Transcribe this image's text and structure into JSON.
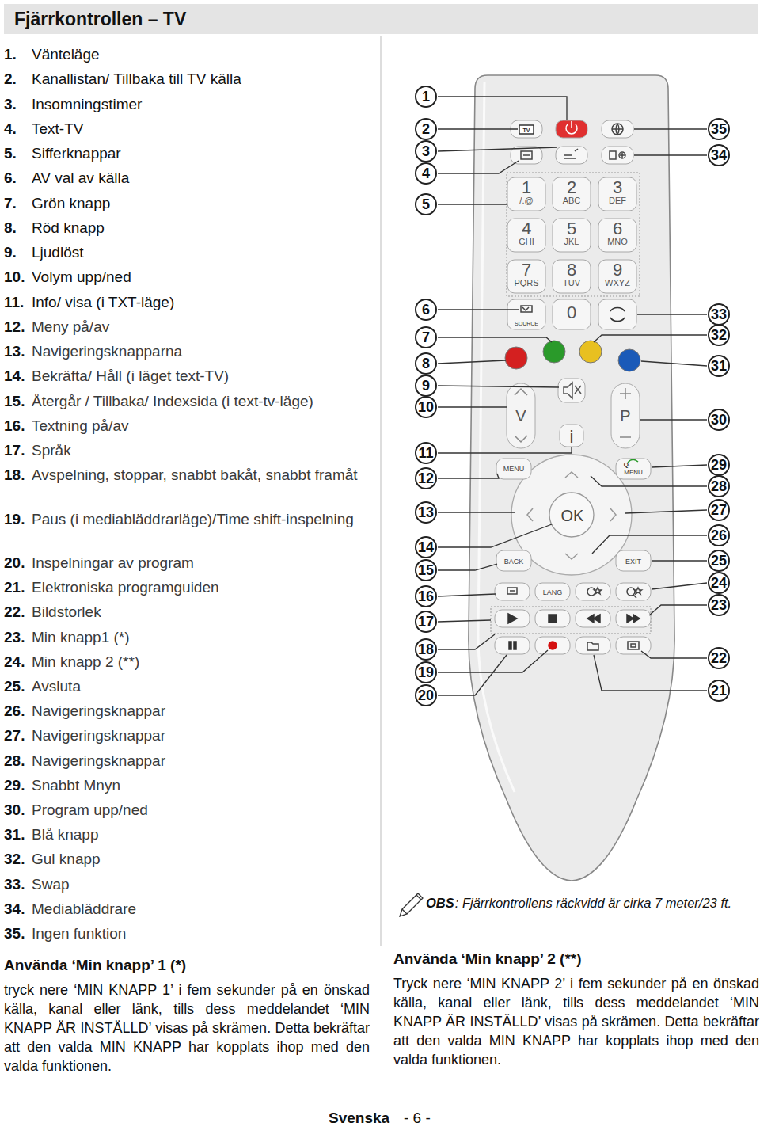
{
  "diagram": {
    "title": "Fjärrkontrollen – TV",
    "labels": [
      "1.",
      "Vänteläge",
      "2.",
      "Kanallistan/ Tillbaka till TV källa",
      "3.",
      "Insomningstimer",
      "4.",
      "Text-TV",
      "5.",
      "Sifferknappar",
      "6.",
      "AV val av källa",
      "7.",
      "Grön knapp",
      "8.",
      "Röd knapp",
      "9.",
      "Ljudlöst",
      "10.",
      "Volym upp/ned",
      "11.",
      "Info/ visa (i TXT-läge)",
      "12.",
      "Meny på/av",
      "13.",
      "Navigeringsknapparna",
      "14.",
      "Bekräfta/ Håll (i läget text-TV)",
      "15.",
      "Återgår / Tillbaka/ Indexsida (i text-tv-läge)",
      "16.",
      "Textning på/av",
      "17.",
      "Språk",
      "18.",
      "Avspelning, stoppar, snabbt bakåt, snabbt framåt",
      "19.",
      "Paus (i mediabläddrarläge)/Time shift-inspelning",
      "20.",
      "Inspelningar av program",
      "21.",
      "Elektroniska programguiden",
      "22.",
      "Bildstorlek",
      "23.",
      "Min knapp1 (*)",
      "24.",
      "Min knapp 2 (**)",
      "25.",
      "Avsluta",
      "26.",
      "Navigeringsknappar",
      "27.",
      "Navigeringsknappar",
      "28.",
      "Navigeringsknappar",
      "29.",
      "Snabbt Mnyn",
      "30.",
      "Program upp/ned",
      "31.",
      "Blå knapp",
      "32.",
      "Gul knapp",
      "33.",
      "Swap",
      "34.",
      "Mediabläddrare",
      "35.",
      "Ingen funktion",
      "Använda ‘Min knapp’ 1 (*)",
      "tryck nere ‘MIN KNAPP 1’ i fem sekunder på en önskad källa, kanal eller länk, tills dess meddelandet ‘MIN KNAPP ÄR INSTÄLLD’ visas på skrämen. Detta bekräftar att den valda MIN KNAPP har kopplats ihop med den valda funktionen.",
      "Använda ‘Min knapp’ 2 (**)",
      "Tryck nere ‘MIN KNAPP 2’ i fem sekunder på en önskad källa, kanal eller länk, tills dess meddelandet ‘MIN KNAPP ÄR INSTÄLLD’ visas på skrämen. Detta bekräftar att den valda MIN KNAPP har kopplats ihop med den valda funktionen.",
      "OBS",
      ": Fjärrkontrollens räckvidd är cirka 7 meter/23 ft.",
      "Svenska",
      "- 6 -",
      "1",
      "2",
      "3",
      "4",
      "5",
      "6",
      "7",
      "8",
      "9",
      "10",
      "11",
      "12",
      "13",
      "14",
      "15",
      "16",
      "17",
      "18",
      "19",
      "20",
      "21",
      "22",
      "23",
      "24",
      "25",
      "26",
      "27",
      "28",
      "29",
      "30",
      "31",
      "32",
      "33",
      "34",
      "35",
      "TV",
      "1",
      "/.@",
      "2",
      "ABC",
      "3",
      "DEF",
      "4",
      "GHI",
      "5",
      "JKL",
      "6",
      "MNO",
      "7",
      "PQRS",
      "8",
      "TUV",
      "9",
      "WXYZ",
      "SOURCE",
      "0",
      "V",
      "P",
      "i",
      "MENU",
      "Q.",
      "MENU",
      "OK",
      "BACK",
      "EXIT",
      "LANG"
    ]
  }
}
